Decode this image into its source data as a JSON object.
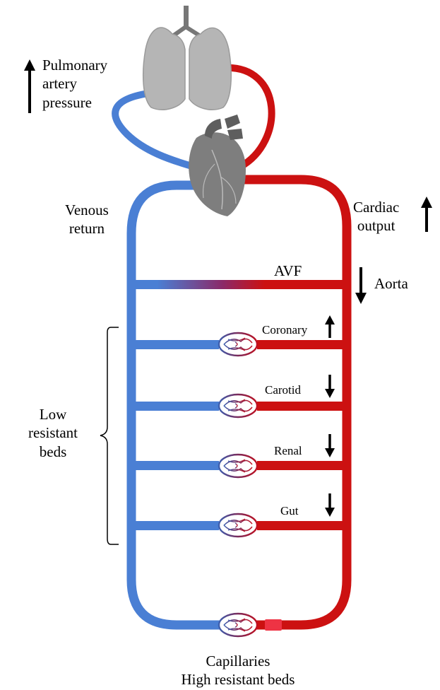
{
  "labels": {
    "pulmonary_line1": "Pulmonary",
    "pulmonary_line2": "artery",
    "pulmonary_line3": "pressure",
    "venous_line1": "Venous",
    "venous_line2": "return",
    "cardiac_line1": "Cardiac",
    "cardiac_line2": "output",
    "avf": "AVF",
    "aorta": "Aorta",
    "coronary": "Coronary",
    "carotid": "Carotid",
    "renal": "Renal",
    "gut": "Gut",
    "low_line1": "Low",
    "low_line2": "resistant",
    "low_line3": "beds",
    "cap_line1": "Capillaries",
    "cap_line2": "High resistant beds"
  },
  "indicators": {
    "pulmonary_artery_pressure": "up",
    "cardiac_output": "up",
    "aorta": "down",
    "coronary": "up",
    "carotid": "down",
    "renal": "down",
    "gut": "down"
  },
  "colors": {
    "venous_blue": "#4a7fd4",
    "arterial_red": "#cc1111",
    "organ_gray": "#8a8a8a",
    "lung_gray": "#b5b5b5",
    "capillary_purple": "#7a2a5a"
  },
  "icons": [
    "lungs-icon",
    "heart-icon",
    "capillary-bed-icon",
    "up-arrow-icon",
    "down-arrow-icon"
  ]
}
